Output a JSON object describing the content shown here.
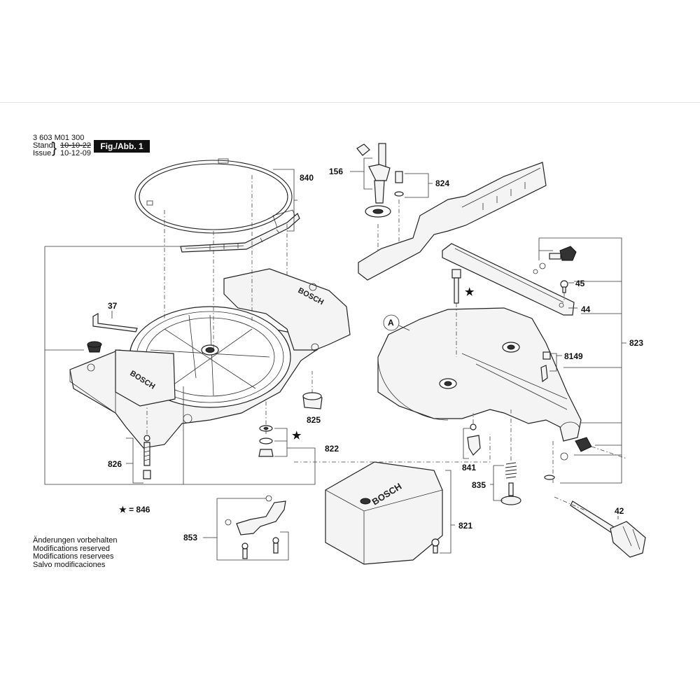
{
  "header": {
    "part_number": "3 603 M01 300",
    "stand_label": "Stand",
    "stand_date": "10-10-22",
    "issue_label": "Issue",
    "issue_date": "10-12-09",
    "figure_label": "Fig./Abb. 1"
  },
  "callouts": {
    "c840": "840",
    "c156": "156",
    "c824": "824",
    "c37": "37",
    "cA": "A",
    "c45": "45",
    "c44": "44",
    "c823": "823",
    "c8149": "8149",
    "c825": "825",
    "c822": "822",
    "c826": "826",
    "c841": "841",
    "c835": "835",
    "c42": "42",
    "c821": "821",
    "c853": "853"
  },
  "star_note": "★ = 846",
  "star_glyph": "★",
  "notes": [
    "Änderungen vorbehalten",
    "Modifications reserved",
    "Modifications reservees",
    "Salvo modificaciones"
  ],
  "brand_marks": [
    "BOSCH",
    "BOSCH",
    "BOSCH"
  ]
}
